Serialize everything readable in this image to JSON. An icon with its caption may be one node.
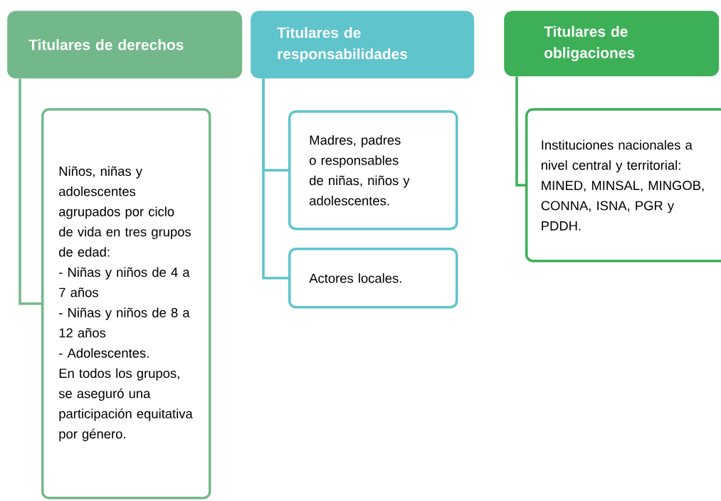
{
  "diagram": {
    "nodes": [
      {
        "text": [
          "Titulares de derechos"
        ]
      },
      {
        "text": [
          "Niños, niñas y adolescentes agrupados por ciclo de vida en tres grupos de edad:",
          "- Niñas y niños de 4 a 7 años",
          "- Niñas y niños de 8 a 12 años",
          "- Adolescentes.",
          "En todos los grupos, se aseguró una participación equitativa por género."
        ]
      },
      {
        "text": [
          "Titulares de responsabilidades"
        ]
      },
      {
        "text": [
          "Madres, padres o responsables de niñas, niños y adolescentes."
        ]
      },
      {
        "text": [
          "Actores locales."
        ]
      },
      {
        "text": [
          "Titulares de obligaciones"
        ]
      },
      {
        "text": [
          "Instituciones nacionales a nivel central y territorial: MINED, MINSAL, MINGOB, CONNA, ISNA, PGR y PDDH."
        ]
      }
    ],
    "edges": [
      {
        "from": 0,
        "to": 1,
        "arrow": "none",
        "color": "#72b88a"
      },
      {
        "from": 2,
        "to": 3,
        "arrow": "none"
      },
      {
        "from": 2,
        "to": 4,
        "arrow": "none"
      },
      {
        "from": 5,
        "to": 6,
        "arrow": "none",
        "color": "#3daf57"
      }
    ]
  }
}
